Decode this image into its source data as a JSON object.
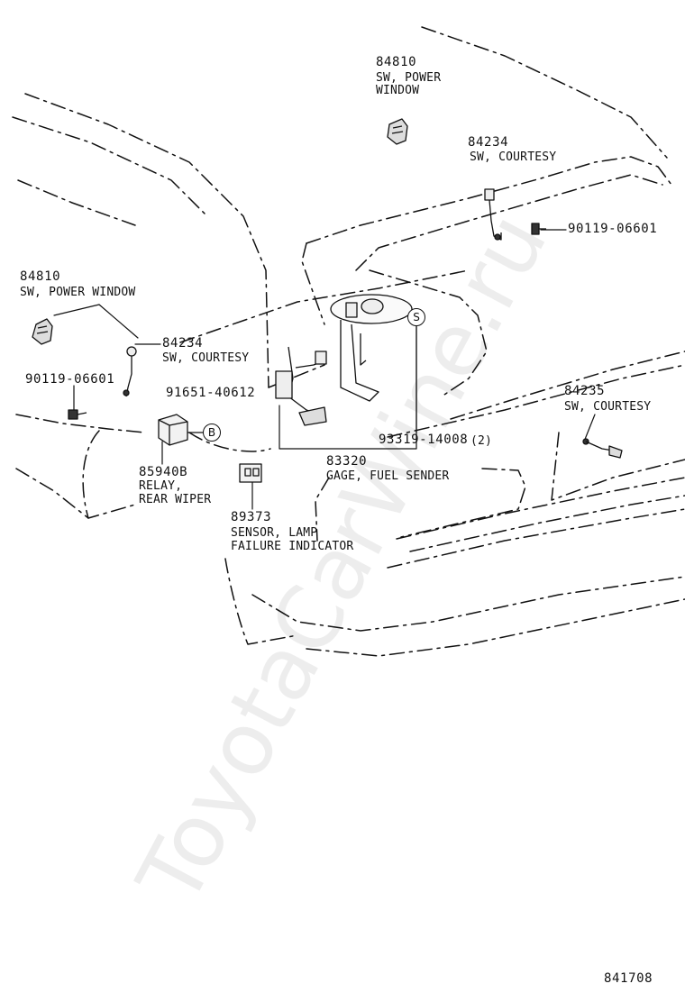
{
  "watermark": "ToyotaCarWine.ru",
  "diagram_id": "841708",
  "markers": {
    "s": "S",
    "b": "B"
  },
  "parts": {
    "sw_power_window_top": {
      "number": "84810",
      "name_line1": "SW, POWER",
      "name_line2": "WINDOW"
    },
    "sw_courtesy_top": {
      "number": "84234",
      "name": "SW, COURTESY"
    },
    "bolt_top": {
      "number": "90119-06601"
    },
    "sw_power_window_left": {
      "number": "84810",
      "name": "SW, POWER WINDOW"
    },
    "sw_courtesy_left": {
      "number": "84234",
      "name": "SW, COURTESY"
    },
    "bolt_left": {
      "number": "90119-06601"
    },
    "screw_b": {
      "number": "91651-40612"
    },
    "screw_s": {
      "number": "93319-14008",
      "qty": "(2)"
    },
    "sw_courtesy_right": {
      "number": "84235",
      "name": "SW, COURTESY"
    },
    "relay": {
      "number": "85940B",
      "name_line1": "RELAY,",
      "name_line2": "REAR WIPER"
    },
    "gage": {
      "number": "83320",
      "name": "GAGE, FUEL SENDER"
    },
    "sensor": {
      "number": "89373",
      "name_line1": "SENSOR, LAMP",
      "name_line2": "FAILURE INDICATOR"
    }
  }
}
